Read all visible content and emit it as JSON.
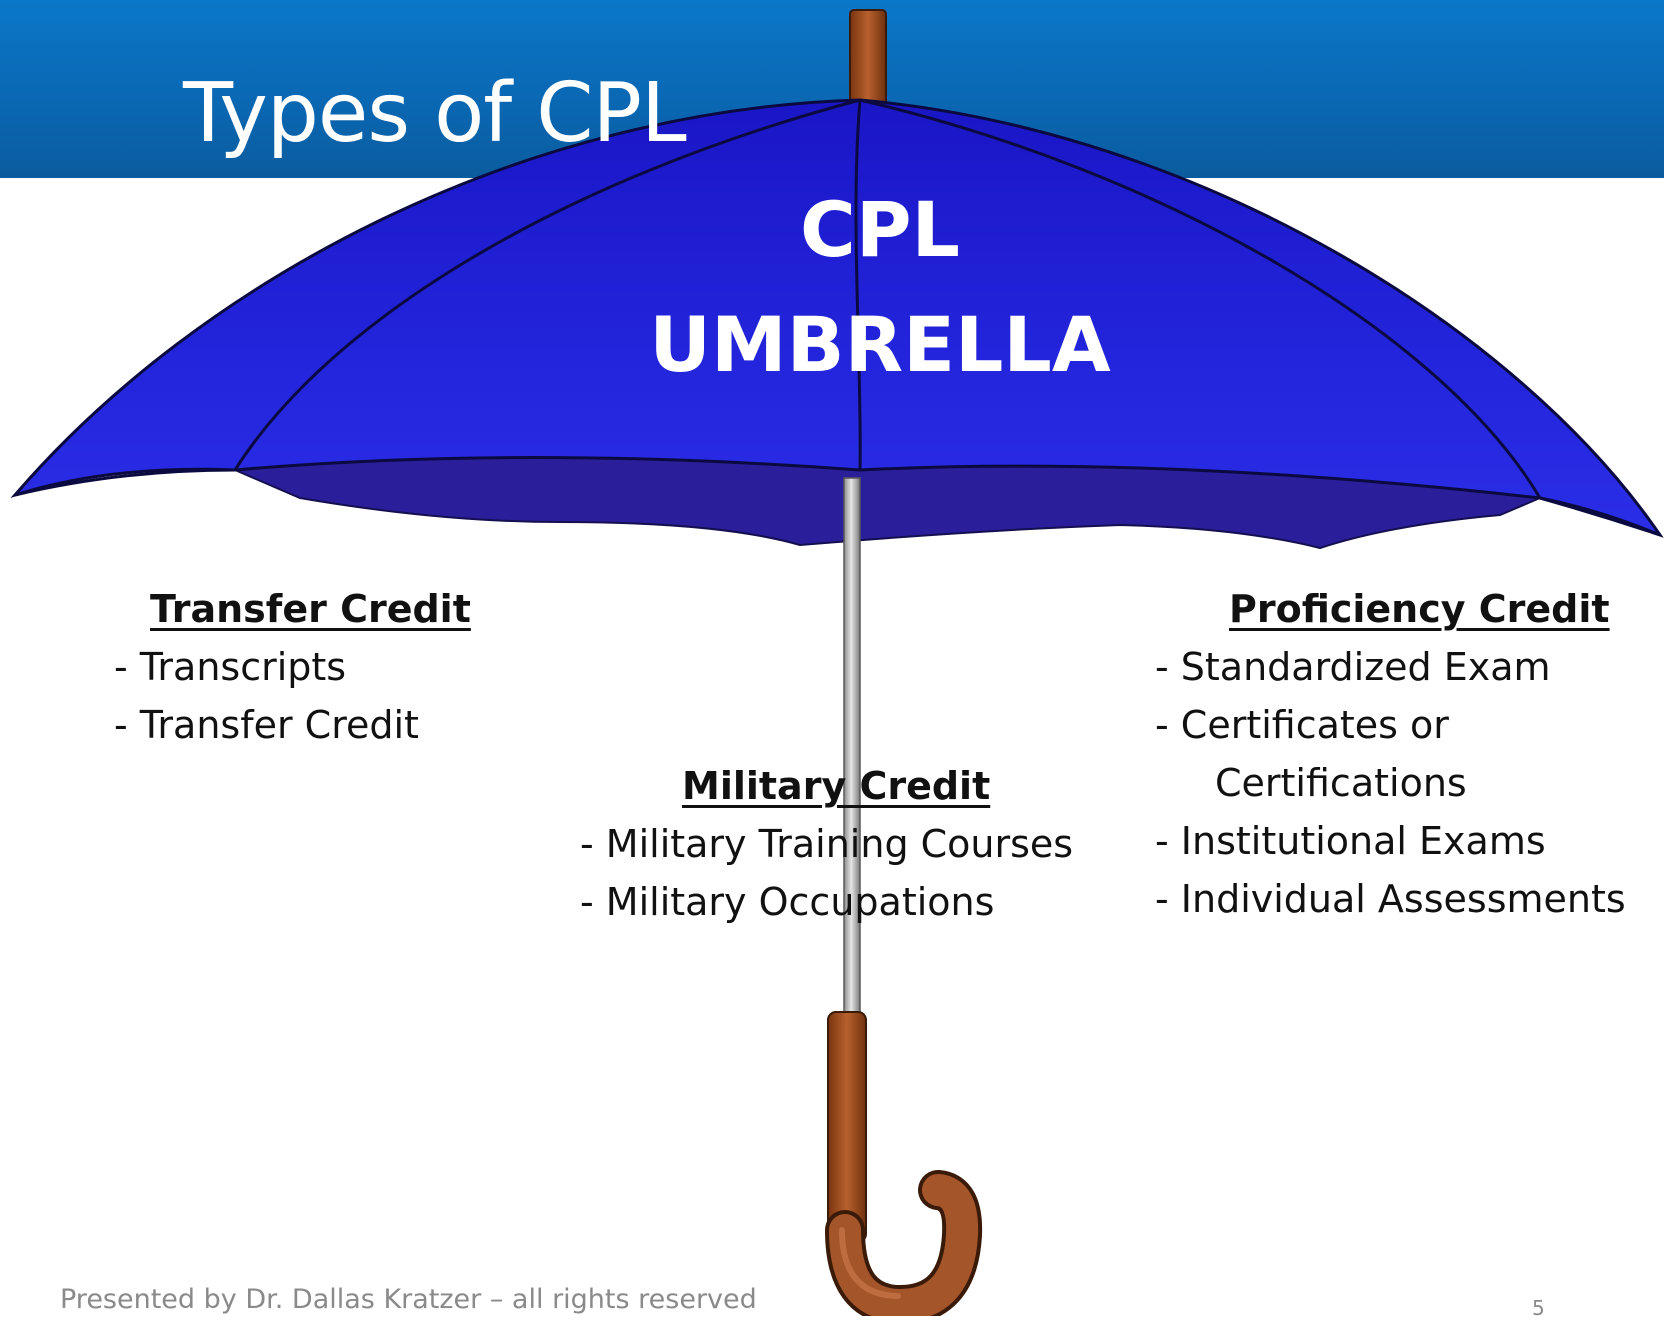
{
  "slide": {
    "title": "Types of CPL",
    "canopy": {
      "line1": "CPL",
      "line2": "UMBRELLA"
    },
    "groups": {
      "transfer": {
        "heading": "Transfer Credit",
        "items": [
          "- Transcripts",
          "- Transfer Credit"
        ]
      },
      "military": {
        "heading": "Military Credit",
        "items": [
          "- Military Training Courses",
          "- Military Occupations"
        ]
      },
      "proficiency": {
        "heading": "Proficiency Credit",
        "items": [
          "- Standardized Exam",
          "- Certificates or",
          "Certifications",
          "- Institutional Exams",
          "- Individual Assessments"
        ]
      }
    },
    "footer": "Presented by Dr. Dallas Kratzer – all rights reserved",
    "page_number": "5"
  },
  "colors": {
    "header_band": "#0a6fbf",
    "canopy_blue": "#1f1fd8",
    "canopy_underside": "#2a1f9e",
    "handle_brown": "#9a4a22",
    "shaft_gray": "#b8b8b8",
    "text_black": "#111111",
    "footer_gray": "#8a8a8a"
  }
}
